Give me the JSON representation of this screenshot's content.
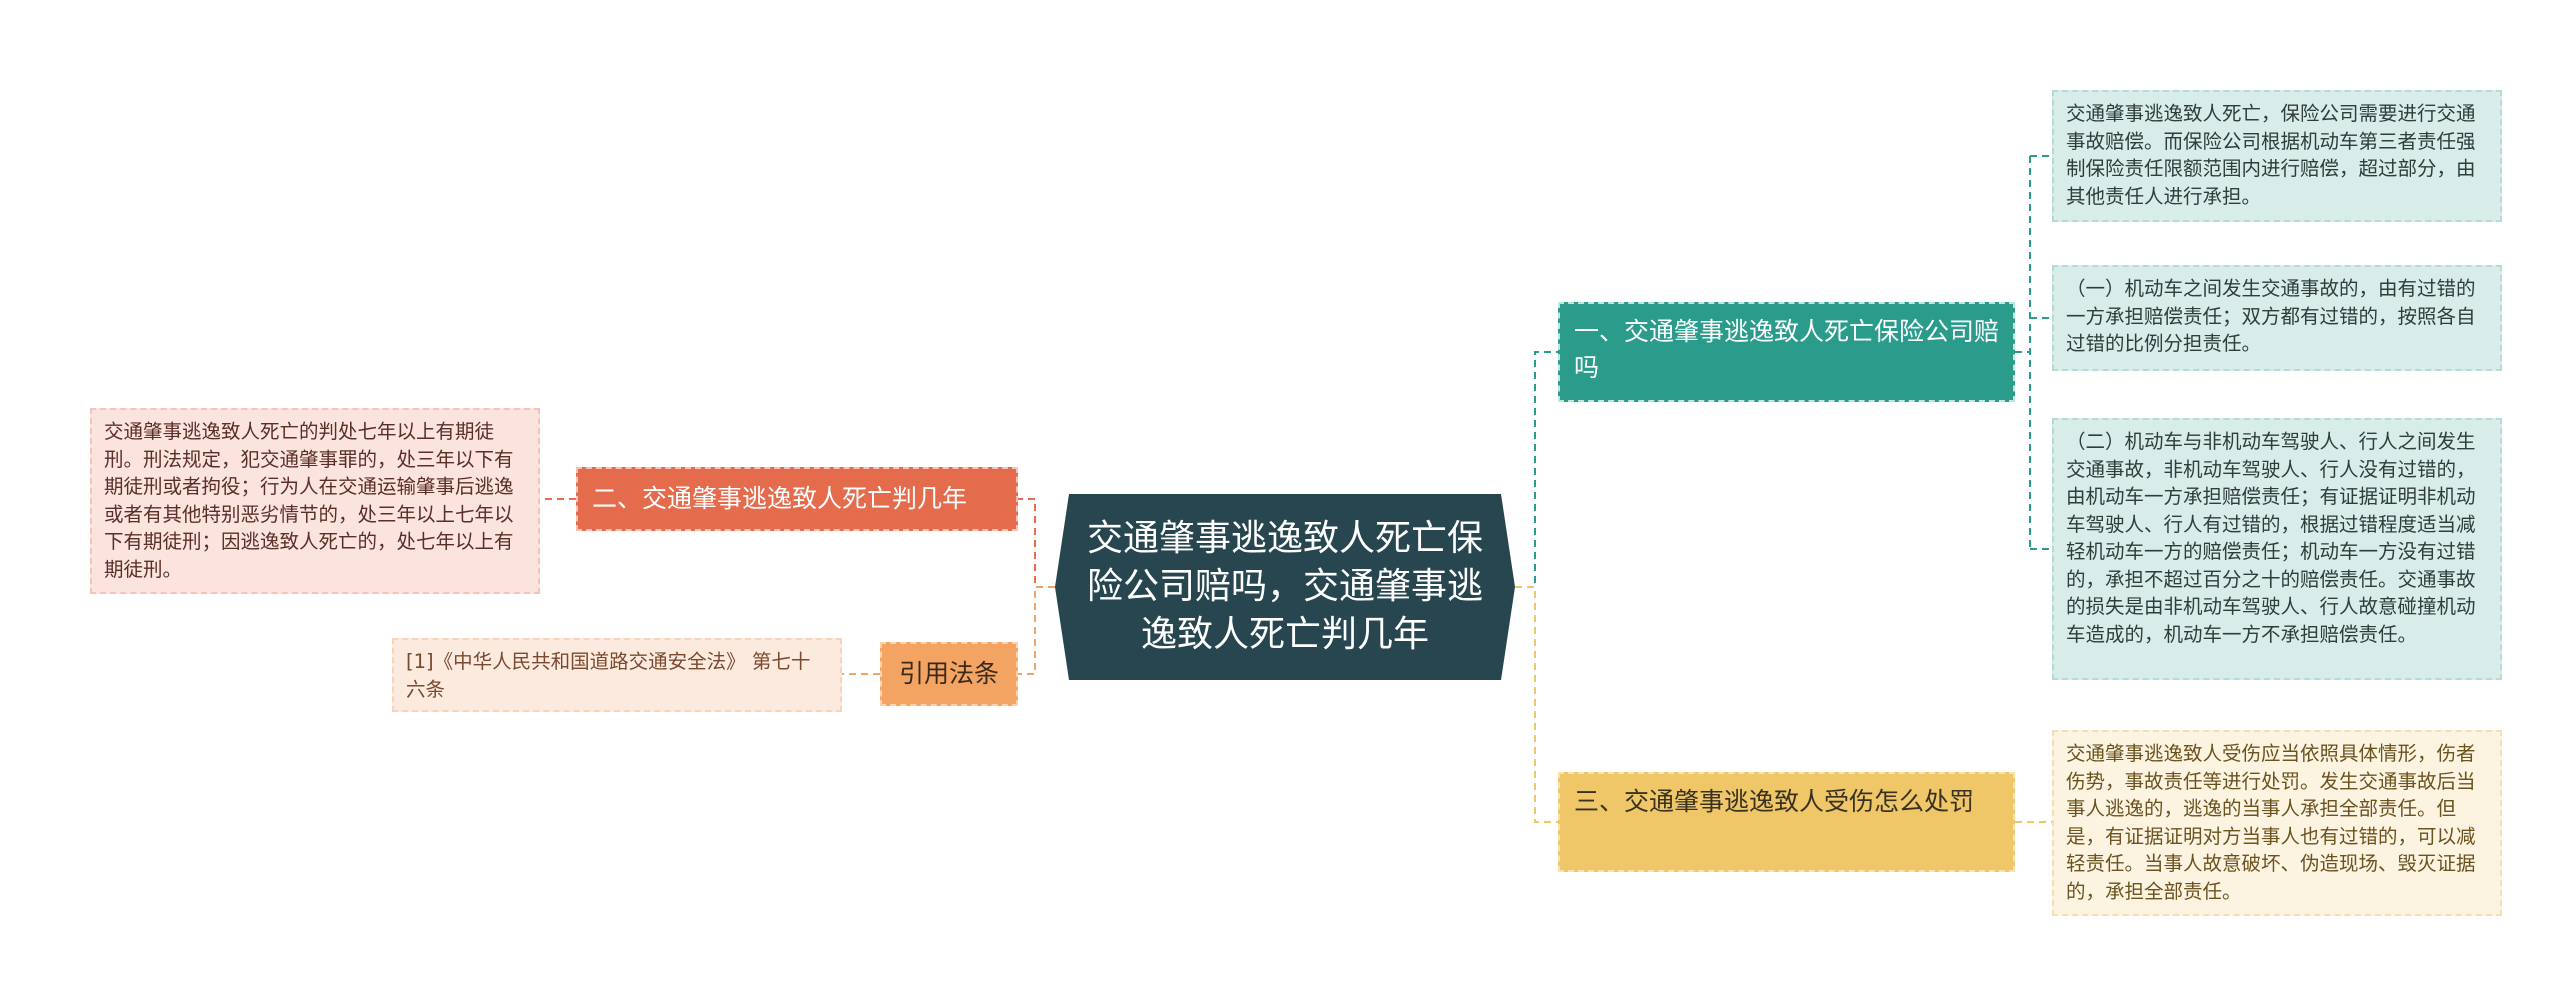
{
  "root": {
    "title": "交通肇事逃逸致人死亡保险公司赔吗，交通肇事逃逸致人死亡判几年"
  },
  "branches": [
    {
      "label": "一、交通肇事逃逸致人死亡保险公司赔吗",
      "color": "#2b9c8b"
    },
    {
      "label": "二、交通肇事逃逸致人死亡判几年",
      "color": "#e56b4d"
    },
    {
      "label": "引用法条",
      "color": "#f4a462"
    },
    {
      "label": "三、交通肇事逃逸致人受伤怎么处罚",
      "color": "#efc668"
    }
  ],
  "leaves": [
    {
      "text": "交通肇事逃逸致人死亡，保险公司需要进行交通事故赔偿。而保险公司根据机动车第三者责任强制保险责任限额范围内进行赔偿，超过部分，由其他责任人进行承担。"
    },
    {
      "text": "（一）机动车之间发生交通事故的，由有过错的一方承担赔偿责任；双方都有过错的，按照各自过错的比例分担责任。"
    },
    {
      "text": "（二）机动车与非机动车驾驶人、行人之间发生交通事故，非机动车驾驶人、行人没有过错的，由机动车一方承担赔偿责任；有证据证明非机动车驾驶人、行人有过错的，根据过错程度适当减轻机动车一方的赔偿责任；机动车一方没有过错的，承担不超过百分之十的赔偿责任。交通事故的损失是由非机动车驾驶人、行人故意碰撞机动车造成的，机动车一方不承担赔偿责任。"
    },
    {
      "text": "交通肇事逃逸致人受伤应当依照具体情形，伤者伤势，事故责任等进行处罚。发生交通事故后当事人逃逸的，逃逸的当事人承担全部责任。但是，有证据证明对方当事人也有过错的，可以减轻责任。当事人故意破坏、伪造现场、毁灭证据的，承担全部责任。"
    },
    {
      "text": "交通肇事逃逸致人死亡的判处七年以上有期徒刑。刑法规定，犯交通肇事罪的，处三年以下有期徒刑或者拘役；行为人在交通运输肇事后逃逸或者有其他特别恶劣情节的，处三年以上七年以下有期徒刑；因逃逸致人死亡的，处七年以上有期徒刑。"
    },
    {
      "text": "[1]《中华人民共和国道路交通安全法》 第七十六条"
    }
  ]
}
